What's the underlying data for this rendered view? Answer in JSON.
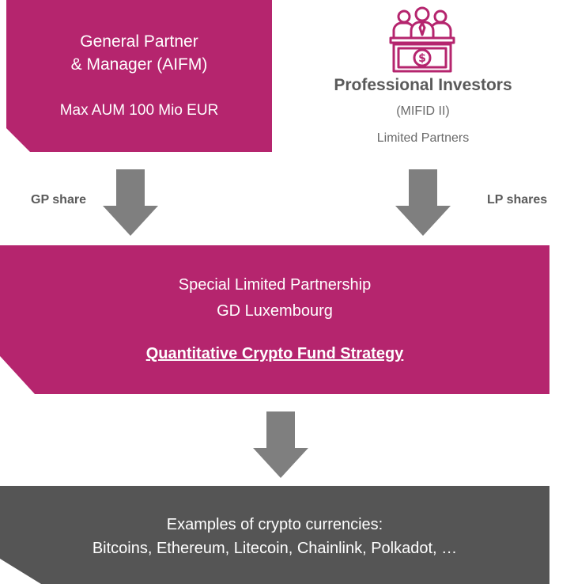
{
  "general_partner": {
    "line1": "General Partner",
    "line2": "& Manager (AIFM)",
    "aum": "Max AUM 100 Mio EUR"
  },
  "investors": {
    "icon": "investors-money-icon",
    "title": "Professional Investors",
    "regulation": "(MIFID II)",
    "role": "Limited Partners"
  },
  "arrows": {
    "gp_label": "GP share",
    "lp_label": "LP shares"
  },
  "partnership": {
    "line1": "Special Limited Partnership",
    "line2": "GD Luxembourg",
    "strategy": "Quantitative Crypto Fund Strategy"
  },
  "crypto": {
    "line1": "Examples of crypto currencies:",
    "line2": "Bitcoins, Ethereum, Litecoin, Chainlink, Polkadot, …"
  },
  "colors": {
    "magenta": "#b5256e",
    "dark_gray": "#555555",
    "arrow_gray": "#7f7f7f",
    "label_gray": "#5a5a5a"
  }
}
